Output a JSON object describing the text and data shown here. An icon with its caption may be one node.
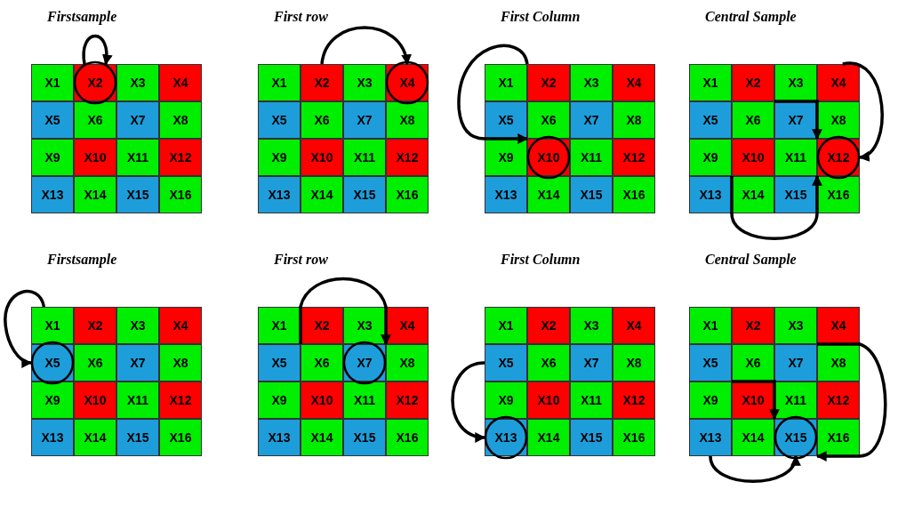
{
  "diagram": {
    "nodes": [
      {
        "text": [
          "Firstsample"
        ]
      },
      {
        "text": [
          "X1"
        ],
        "in": 0
      },
      {
        "text": [
          "X2"
        ],
        "in": 0
      },
      {
        "text": [
          "X3"
        ],
        "in": 0
      },
      {
        "text": [
          "X4"
        ],
        "in": 0
      },
      {
        "text": [
          "X5"
        ],
        "in": 0
      },
      {
        "text": [
          "X6"
        ],
        "in": 0
      },
      {
        "text": [
          "X7"
        ],
        "in": 0
      },
      {
        "text": [
          "X8"
        ],
        "in": 0
      },
      {
        "text": [
          "X9"
        ],
        "in": 0
      },
      {
        "text": [
          "X10"
        ],
        "in": 0
      },
      {
        "text": [
          "X11"
        ],
        "in": 0
      },
      {
        "text": [
          "X12"
        ],
        "in": 0
      },
      {
        "text": [
          "X13"
        ],
        "in": 0
      },
      {
        "text": [
          "X14"
        ],
        "in": 0
      },
      {
        "text": [
          "X15"
        ],
        "in": 0
      },
      {
        "text": [
          "X16"
        ],
        "in": 0
      },
      {
        "text": [
          "First row"
        ]
      },
      {
        "text": [
          "X1"
        ],
        "in": 17
      },
      {
        "text": [
          "X2"
        ],
        "in": 17
      },
      {
        "text": [
          "X3"
        ],
        "in": 17
      },
      {
        "text": [
          "X4"
        ],
        "in": 17
      },
      {
        "text": [
          "X5"
        ],
        "in": 17
      },
      {
        "text": [
          "X6"
        ],
        "in": 17
      },
      {
        "text": [
          "X7"
        ],
        "in": 17
      },
      {
        "text": [
          "X8"
        ],
        "in": 17
      },
      {
        "text": [
          "X9"
        ],
        "in": 17
      },
      {
        "text": [
          "X10"
        ],
        "in": 17
      },
      {
        "text": [
          "X11"
        ],
        "in": 17
      },
      {
        "text": [
          "X12"
        ],
        "in": 17
      },
      {
        "text": [
          "X13"
        ],
        "in": 17
      },
      {
        "text": [
          "X14"
        ],
        "in": 17
      },
      {
        "text": [
          "X15"
        ],
        "in": 17
      },
      {
        "text": [
          "X16"
        ],
        "in": 17
      },
      {
        "text": [
          "First Column"
        ]
      },
      {
        "text": [
          "X1"
        ],
        "in": 34
      },
      {
        "text": [
          "X2"
        ],
        "in": 34
      },
      {
        "text": [
          "X3"
        ],
        "in": 34
      },
      {
        "text": [
          "X4"
        ],
        "in": 34
      },
      {
        "text": [
          "X5"
        ],
        "in": 34
      },
      {
        "text": [
          "X6"
        ],
        "in": 34
      },
      {
        "text": [
          "X7"
        ],
        "in": 34
      },
      {
        "text": [
          "X8"
        ],
        "in": 34
      },
      {
        "text": [
          "X9"
        ],
        "in": 34
      },
      {
        "text": [
          "X10"
        ],
        "in": 34
      },
      {
        "text": [
          "X11"
        ],
        "in": 34
      },
      {
        "text": [
          "X12"
        ],
        "in": 34
      },
      {
        "text": [
          "X13"
        ],
        "in": 34
      },
      {
        "text": [
          "X14"
        ],
        "in": 34
      },
      {
        "text": [
          "X15"
        ],
        "in": 34
      },
      {
        "text": [
          "X16"
        ],
        "in": 34
      },
      {
        "text": [
          "Central Sample"
        ]
      },
      {
        "text": [
          "X1"
        ],
        "in": 51
      },
      {
        "text": [
          "X2"
        ],
        "in": 51
      },
      {
        "text": [
          "X3"
        ],
        "in": 51
      },
      {
        "text": [
          "X4"
        ],
        "in": 51
      },
      {
        "text": [
          "X5"
        ],
        "in": 51
      },
      {
        "text": [
          "X6"
        ],
        "in": 51
      },
      {
        "text": [
          "X7"
        ],
        "in": 51
      },
      {
        "text": [
          "X8"
        ],
        "in": 51
      },
      {
        "text": [
          "X9"
        ],
        "in": 51
      },
      {
        "text": [
          "X10"
        ],
        "in": 51
      },
      {
        "text": [
          "X11"
        ],
        "in": 51
      },
      {
        "text": [
          "X12"
        ],
        "in": 51
      },
      {
        "text": [
          "X13"
        ],
        "in": 51
      },
      {
        "text": [
          "X14"
        ],
        "in": 51
      },
      {
        "text": [
          "X15"
        ],
        "in": 51
      },
      {
        "text": [
          "X16"
        ],
        "in": 51
      },
      {
        "text": [
          "Firstsample"
        ]
      },
      {
        "text": [
          "X1"
        ],
        "in": 68
      },
      {
        "text": [
          "X2"
        ],
        "in": 68
      },
      {
        "text": [
          "X3"
        ],
        "in": 68
      },
      {
        "text": [
          "X4"
        ],
        "in": 68
      },
      {
        "text": [
          "X5"
        ],
        "in": 68
      },
      {
        "text": [
          "X6"
        ],
        "in": 68
      },
      {
        "text": [
          "X7"
        ],
        "in": 68
      },
      {
        "text": [
          "X8"
        ],
        "in": 68
      },
      {
        "text": [
          "X9"
        ],
        "in": 68
      },
      {
        "text": [
          "X10"
        ],
        "in": 68
      },
      {
        "text": [
          "X11"
        ],
        "in": 68
      },
      {
        "text": [
          "X12"
        ],
        "in": 68
      },
      {
        "text": [
          "X13"
        ],
        "in": 68
      },
      {
        "text": [
          "X14"
        ],
        "in": 68
      },
      {
        "text": [
          "X15"
        ],
        "in": 68
      },
      {
        "text": [
          "X16"
        ],
        "in": 68
      },
      {
        "text": [
          "First row"
        ]
      },
      {
        "text": [
          "X1"
        ],
        "in": 85
      },
      {
        "text": [
          "X2"
        ],
        "in": 85
      },
      {
        "text": [
          "X3"
        ],
        "in": 85
      },
      {
        "text": [
          "X4"
        ],
        "in": 85
      },
      {
        "text": [
          "X5"
        ],
        "in": 85
      },
      {
        "text": [
          "X6"
        ],
        "in": 85
      },
      {
        "text": [
          "X7"
        ],
        "in": 85
      },
      {
        "text": [
          "X8"
        ],
        "in": 85
      },
      {
        "text": [
          "X9"
        ],
        "in": 85
      },
      {
        "text": [
          "X10"
        ],
        "in": 85
      },
      {
        "text": [
          "X11"
        ],
        "in": 85
      },
      {
        "text": [
          "X12"
        ],
        "in": 85
      },
      {
        "text": [
          "X13"
        ],
        "in": 85
      },
      {
        "text": [
          "X14"
        ],
        "in": 85
      },
      {
        "text": [
          "X15"
        ],
        "in": 85
      },
      {
        "text": [
          "X16"
        ],
        "in": 85
      },
      {
        "text": [
          "First Column"
        ]
      },
      {
        "text": [
          "X1"
        ],
        "in": 102
      },
      {
        "text": [
          "X2"
        ],
        "in": 102
      },
      {
        "text": [
          "X3"
        ],
        "in": 102
      },
      {
        "text": [
          "X4"
        ],
        "in": 102
      },
      {
        "text": [
          "X5"
        ],
        "in": 102
      },
      {
        "text": [
          "X6"
        ],
        "in": 102
      },
      {
        "text": [
          "X7"
        ],
        "in": 102
      },
      {
        "text": [
          "X8"
        ],
        "in": 102
      },
      {
        "text": [
          "X9"
        ],
        "in": 102
      },
      {
        "text": [
          "X10"
        ],
        "in": 102
      },
      {
        "text": [
          "X11"
        ],
        "in": 102
      },
      {
        "text": [
          "X12"
        ],
        "in": 102
      },
      {
        "text": [
          "X13"
        ],
        "in": 102
      },
      {
        "text": [
          "X14"
        ],
        "in": 102
      },
      {
        "text": [
          "X15"
        ],
        "in": 102
      },
      {
        "text": [
          "X16"
        ],
        "in": 102
      },
      {
        "text": [
          "Central Sample"
        ]
      },
      {
        "text": [
          "X1"
        ],
        "in": 119
      },
      {
        "text": [
          "X2"
        ],
        "in": 119
      },
      {
        "text": [
          "X3"
        ],
        "in": 119
      },
      {
        "text": [
          "X4"
        ],
        "in": 119
      },
      {
        "text": [
          "X5"
        ],
        "in": 119
      },
      {
        "text": [
          "X6"
        ],
        "in": 119
      },
      {
        "text": [
          "X7"
        ],
        "in": 119
      },
      {
        "text": [
          "X8"
        ],
        "in": 119
      },
      {
        "text": [
          "X9"
        ],
        "in": 119
      },
      {
        "text": [
          "X10"
        ],
        "in": 119
      },
      {
        "text": [
          "X11"
        ],
        "in": 119
      },
      {
        "text": [
          "X12"
        ],
        "in": 119
      },
      {
        "text": [
          "X13"
        ],
        "in": 119
      },
      {
        "text": [
          "X14"
        ],
        "in": 119
      },
      {
        "text": [
          "X15"
        ],
        "in": 119
      },
      {
        "text": [
          "X16"
        ],
        "in": 119
      }
    ],
    "edges": [
      {
        "from": 2,
        "to": 2,
        "arrow": "to"
      },
      {
        "from": 19,
        "to": 21,
        "arrow": "to"
      },
      {
        "from": 36,
        "to": 44,
        "arrow": "to"
      },
      {
        "from": 53,
        "to": 63,
        "arrow": "to"
      },
      {
        "from": 55,
        "to": 63,
        "arrow": "to"
      },
      {
        "from": 61,
        "to": 63,
        "arrow": "to"
      },
      {
        "from": 69,
        "to": 73,
        "arrow": "to"
      },
      {
        "from": 90,
        "to": 92,
        "arrow": "to"
      },
      {
        "from": 107,
        "to": 115,
        "arrow": "to"
      },
      {
        "from": 124,
        "to": 134,
        "arrow": "to"
      },
      {
        "from": 126,
        "to": 134,
        "arrow": "to"
      },
      {
        "from": 132,
        "to": 134,
        "arrow": "to"
      }
    ]
  }
}
